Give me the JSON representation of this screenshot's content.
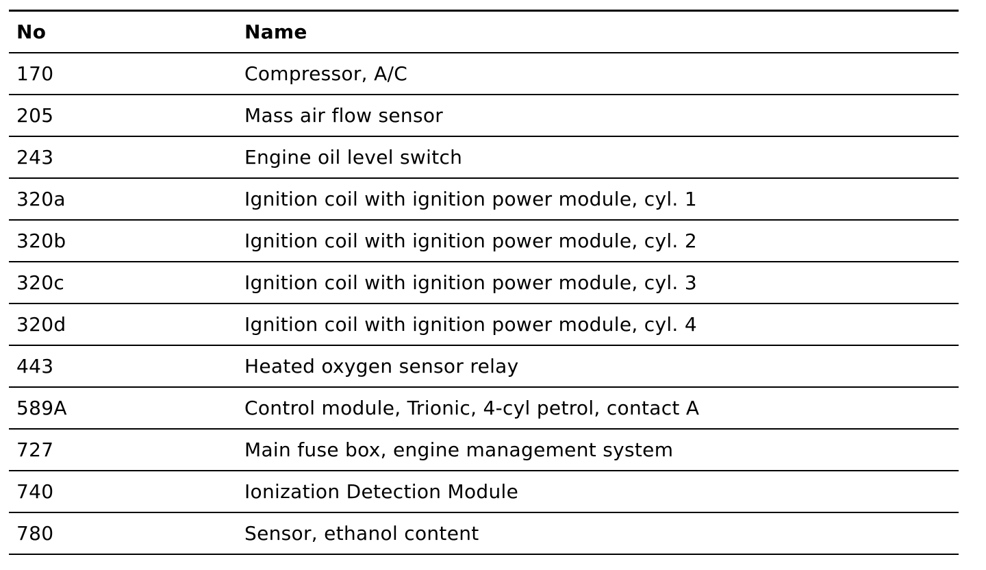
{
  "table": {
    "headers": {
      "no": "No",
      "name": "Name"
    },
    "rows": [
      {
        "no": "170",
        "name": "Compressor, A/C"
      },
      {
        "no": "205",
        "name": "Mass air flow sensor"
      },
      {
        "no": "243",
        "name": "Engine oil level switch"
      },
      {
        "no": "320a",
        "name": "Ignition coil with ignition power module, cyl. 1"
      },
      {
        "no": "320b",
        "name": "Ignition coil with ignition power module, cyl. 2"
      },
      {
        "no": "320c",
        "name": "Ignition coil with ignition power module, cyl. 3"
      },
      {
        "no": "320d",
        "name": "Ignition coil with ignition power module, cyl. 4"
      },
      {
        "no": "443",
        "name": "Heated oxygen sensor relay"
      },
      {
        "no": "589A",
        "name": "Control module, Trionic, 4-cyl petrol, contact A"
      },
      {
        "no": "727",
        "name": "Main fuse box, engine management system"
      },
      {
        "no": "740",
        "name": "Ionization Detection Module"
      },
      {
        "no": "780",
        "name": "Sensor, ethanol content"
      }
    ]
  }
}
